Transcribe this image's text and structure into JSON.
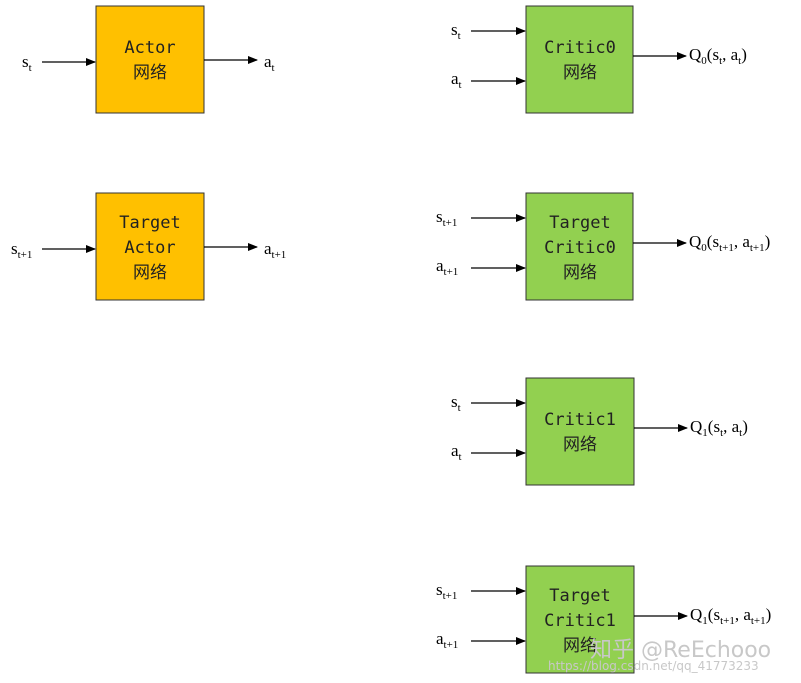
{
  "colors": {
    "actor": "#FFC000",
    "critic": "#92D050",
    "stroke": "#333333",
    "arrow": "#000000"
  },
  "boxes": [
    {
      "id": "actor",
      "lines": [
        "Actor",
        "网络"
      ],
      "kind": "actor"
    },
    {
      "id": "target-actor",
      "lines": [
        "Target",
        "Actor",
        "网络"
      ],
      "kind": "actor"
    },
    {
      "id": "critic0",
      "lines": [
        "Critic0",
        "网络"
      ],
      "kind": "critic"
    },
    {
      "id": "target-critic0",
      "lines": [
        "Target",
        "Critic0",
        "网络"
      ],
      "kind": "critic"
    },
    {
      "id": "critic1",
      "lines": [
        "Critic1",
        "网络"
      ],
      "kind": "critic"
    },
    {
      "id": "target-critic1",
      "lines": [
        "Target",
        "Critic1",
        "网络"
      ],
      "kind": "critic"
    }
  ],
  "labels": {
    "actor_in": [
      [
        "s",
        ""
      ],
      [
        "t",
        "sub"
      ]
    ],
    "actor_out": [
      [
        "a",
        ""
      ],
      [
        "t",
        "sub"
      ]
    ],
    "tactor_in": [
      [
        "s",
        ""
      ],
      [
        "t+1",
        "sub"
      ]
    ],
    "tactor_out": [
      [
        "a",
        ""
      ],
      [
        "t+1",
        "sub"
      ]
    ],
    "c0_in1": [
      [
        "s",
        ""
      ],
      [
        "t",
        "sub"
      ]
    ],
    "c0_in2": [
      [
        "a",
        ""
      ],
      [
        "t",
        "sub"
      ]
    ],
    "c0_out": [
      [
        "Q",
        ""
      ],
      [
        "0",
        "sub"
      ],
      [
        "(s",
        ""
      ],
      [
        "t",
        "sub"
      ],
      [
        ", a",
        ""
      ],
      [
        "t",
        "sub"
      ],
      [
        ")",
        ""
      ]
    ],
    "tc0_in1": [
      [
        "s",
        ""
      ],
      [
        "t+1",
        "sub"
      ]
    ],
    "tc0_in2": [
      [
        "a",
        ""
      ],
      [
        "t+1",
        "sub"
      ]
    ],
    "tc0_out": [
      [
        "Q",
        ""
      ],
      [
        "0",
        "sub"
      ],
      [
        "(s",
        ""
      ],
      [
        "t+1",
        "sub"
      ],
      [
        ", a",
        ""
      ],
      [
        "t+1",
        "sub"
      ],
      [
        ")",
        ""
      ]
    ],
    "c1_in1": [
      [
        "s",
        ""
      ],
      [
        "t",
        "sub"
      ]
    ],
    "c1_in2": [
      [
        "a",
        ""
      ],
      [
        "t",
        "sub"
      ]
    ],
    "c1_out": [
      [
        "Q",
        ""
      ],
      [
        "1",
        "sub"
      ],
      [
        "(s",
        ""
      ],
      [
        "t",
        "sub"
      ],
      [
        ", a",
        ""
      ],
      [
        "t",
        "sub"
      ],
      [
        ")",
        ""
      ]
    ],
    "tc1_in1": [
      [
        "s",
        ""
      ],
      [
        "t+1",
        "sub"
      ]
    ],
    "tc1_in2": [
      [
        "a",
        ""
      ],
      [
        "t+1",
        "sub"
      ]
    ],
    "tc1_out": [
      [
        "Q",
        ""
      ],
      [
        "1",
        "sub"
      ],
      [
        "(s",
        ""
      ],
      [
        "t+1",
        "sub"
      ],
      [
        ", a",
        ""
      ],
      [
        "t+1",
        "sub"
      ],
      [
        ")",
        ""
      ]
    ]
  },
  "watermark": {
    "main": "知乎 @ReEchooo",
    "url": "https://blog.csdn.net/qq_41773233"
  }
}
